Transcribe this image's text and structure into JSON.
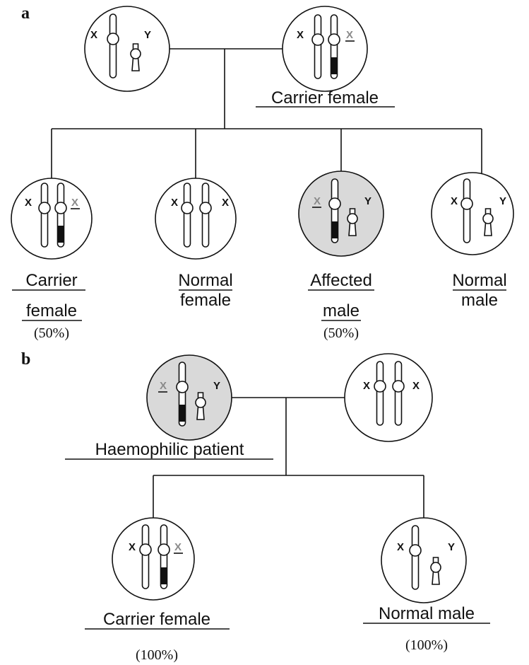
{
  "colors": {
    "affected_fill": "#d9d9d9",
    "normal_fill": "#ffffff",
    "line": "#111111",
    "mutant_label": "#8a8a8a",
    "band": "#111111"
  },
  "panel_a": {
    "label": "a",
    "parent_male": {
      "left_label": "X",
      "right_label": "Y"
    },
    "parent_female": {
      "left_label": "X",
      "right_label": "X",
      "caption": "Carrier female"
    },
    "children": [
      {
        "left_label": "X",
        "right_label": "X",
        "caption_line1": "Carrier",
        "caption_line2": "female",
        "percent": "(50%)"
      },
      {
        "left_label": "X",
        "right_label": "X",
        "caption_line1": "Normal",
        "caption_line2": "female"
      },
      {
        "left_label": "X",
        "right_label": "Y",
        "caption_line1": "Affected",
        "caption_line2": "male",
        "percent": "(50%)"
      },
      {
        "left_label": "X",
        "right_label": "Y",
        "caption_line1": "Normal",
        "caption_line2": "male"
      }
    ]
  },
  "panel_b": {
    "label": "b",
    "parent_male": {
      "left_label": "X",
      "right_label": "Y",
      "caption": "Haemophilic patient"
    },
    "parent_female": {
      "left_label": "X",
      "right_label": "X"
    },
    "children": [
      {
        "left_label": "X",
        "right_label": "X",
        "caption": "Carrier female",
        "percent": "(100%)"
      },
      {
        "left_label": "X",
        "right_label": "Y",
        "caption": "Normal male",
        "percent": "(100%)"
      }
    ]
  }
}
